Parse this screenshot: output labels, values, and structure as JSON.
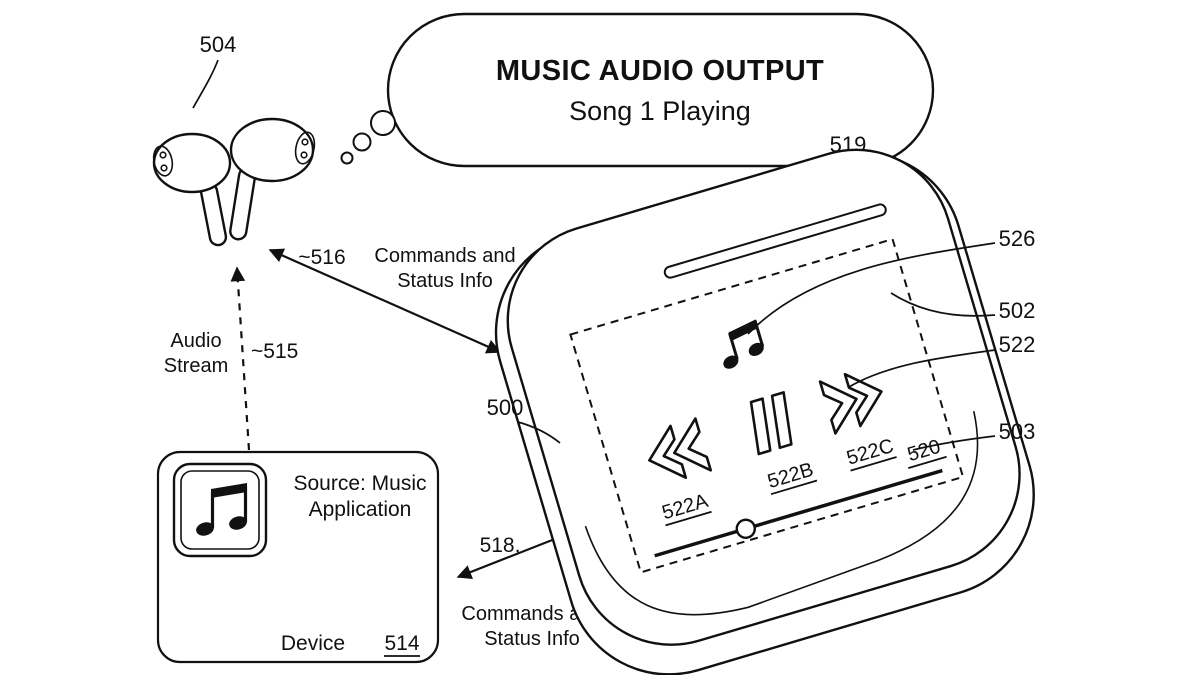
{
  "colors": {
    "ink": "#111111",
    "background": "#ffffff"
  },
  "bubble": {
    "line1": "MUSIC AUDIO OUTPUT",
    "line2": "Song 1 Playing",
    "ref": "519"
  },
  "earbuds": {
    "ref": "504"
  },
  "link_earbuds_case": {
    "ref": "~516",
    "label1": "Commands and",
    "label2": "Status Info"
  },
  "link_device_earbuds": {
    "ref": "~515",
    "label1": "Audio",
    "label2": "Stream"
  },
  "device": {
    "source1": "Source: Music",
    "source2": "Application",
    "label": "Device",
    "ref": "514"
  },
  "link_device_case": {
    "ref": "518,",
    "label1": "Commands and",
    "label2": "Status Info"
  },
  "case": {
    "ref": "500",
    "shell_ref": "502",
    "screen_ref": "503",
    "controls_ref": "522",
    "note_ref": "526",
    "slider_ref": "520",
    "rewind_ref": "522A",
    "pause_ref": "522B",
    "forward_ref": "522C"
  }
}
